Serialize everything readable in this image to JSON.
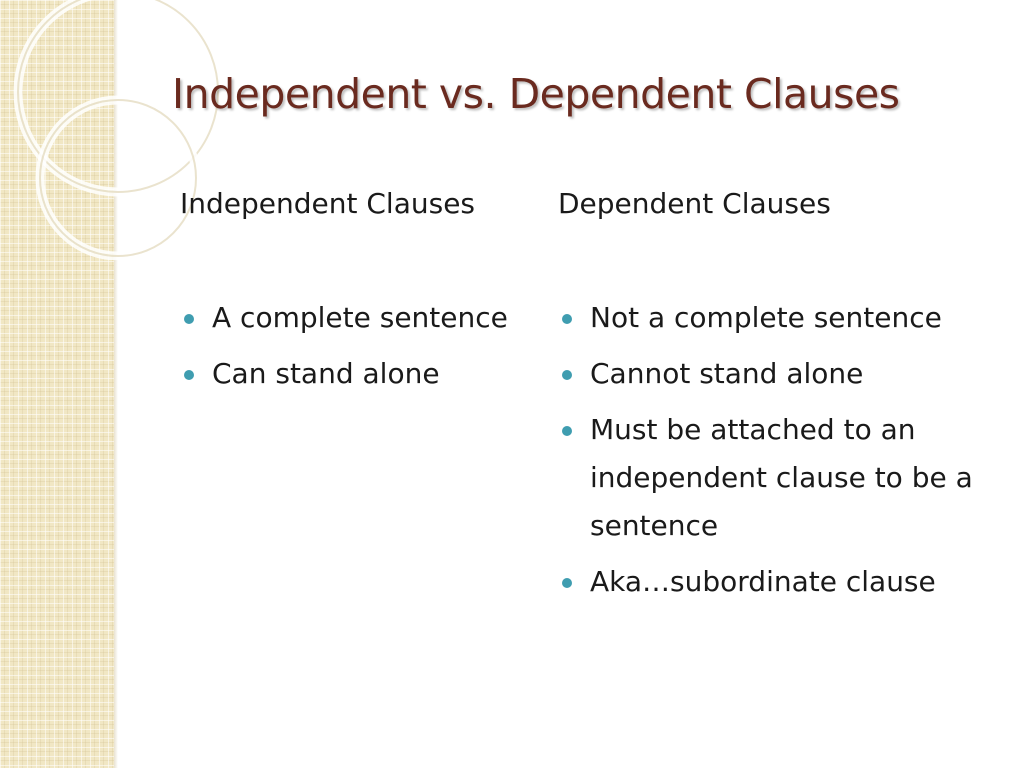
{
  "slide": {
    "title": "Independent vs. Dependent Clauses"
  },
  "left_column": {
    "heading": "Independent Clauses",
    "bullets": [
      "A complete sentence",
      "Can stand alone"
    ]
  },
  "right_column": {
    "heading": "Dependent Clauses",
    "bullets": [
      "Not a complete sentence",
      "Cannot stand alone",
      "Must be attached to an independent clause to be a sentence",
      "Aka…subordinate clause"
    ]
  },
  "colors": {
    "title": "#6a2a1f",
    "bullet": "#3f9db0",
    "side_band": "#f1e7c4",
    "text": "#1a1a1a"
  },
  "icons": {
    "bullet": "bullet-dot-icon",
    "decor": "decorative-rings"
  }
}
